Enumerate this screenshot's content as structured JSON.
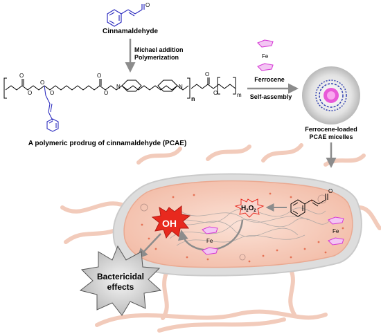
{
  "reactant": {
    "name": "Cinnamaldehyde"
  },
  "step1": {
    "line1": "Michael addition",
    "line2": "Polymerization"
  },
  "polymer": {
    "caption": "A polymeric prodrug of cinnamaldehyde (PCAE)",
    "repeat_n": "n",
    "repeat_m": "m"
  },
  "step2": {
    "reagent": "Ferrocene",
    "process": "Self-assembly"
  },
  "micelle": {
    "line1": "Ferrocene-loaded",
    "line2": "PCAE micelles"
  },
  "ferrocene_atom": "Fe",
  "species": {
    "radical_main": "OH",
    "peroxide": "H",
    "peroxide_sub": "2",
    "peroxide_o": "O",
    "peroxide_sub2": "2"
  },
  "outcome": {
    "line1": "Bactericidal",
    "line2": "effects"
  },
  "colors": {
    "drug_blue": "#3030c0",
    "ferrocene_magenta": "#d63bd6",
    "bacteria_fill": "#f6c9b7",
    "arrow_gray": "#8c8c8c",
    "burst_red": "#e8291e"
  }
}
